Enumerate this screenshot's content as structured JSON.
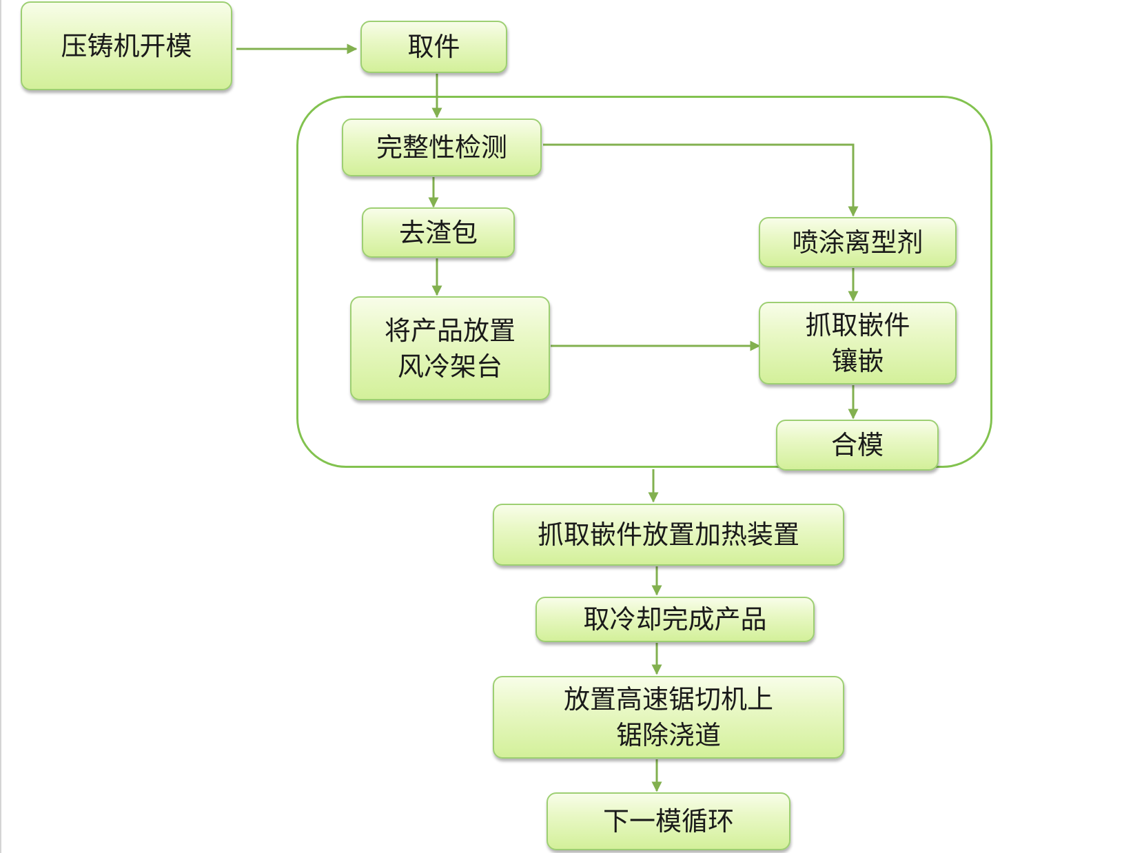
{
  "colors": {
    "node_fill_top": "#f8fde9",
    "node_fill_bottom": "#d3f09a",
    "node_border": "#9dcf72",
    "arrow": "#82b04f",
    "group_frame": "#82c24f"
  },
  "nodes": {
    "die_open": "压铸机开模",
    "take_part": "取件",
    "integrity_check": "完整性检测",
    "remove_slag": "去渣包",
    "spray_release": "喷涂离型剂",
    "place_cooling": "将产品放置\n风冷架台",
    "grab_insert": "抓取嵌件\n镶嵌",
    "close_die": "合模",
    "heat_insert": "抓取嵌件放置加热装置",
    "take_cooled": "取冷却完成产品",
    "saw_runner": "放置高速锯切机上\n锯除浇道",
    "next_cycle": "下一模循环"
  }
}
